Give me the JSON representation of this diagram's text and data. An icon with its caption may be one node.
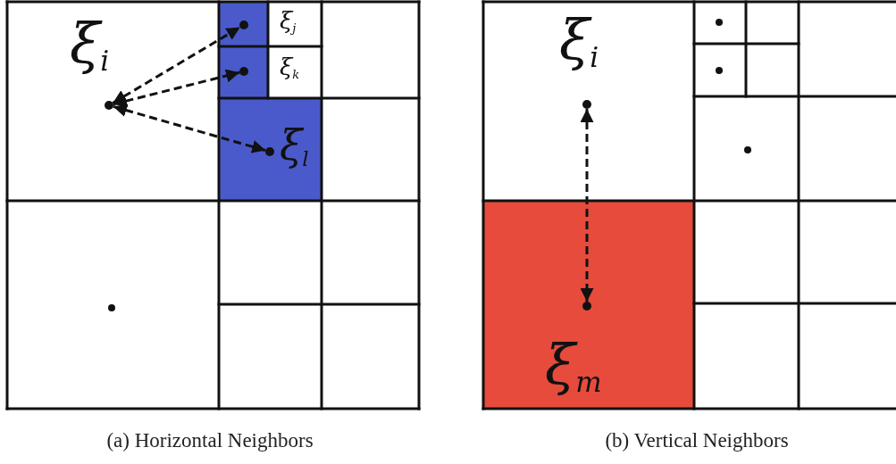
{
  "diagram": {
    "nodes": [
      {
        "text": [],
        "shape": "circle",
        "beside": [
          "ξ$_{i}$"
        ]
      },
      {
        "text": [],
        "shape": "circle",
        "beside": [
          "ξ$_{j}$"
        ]
      },
      {
        "text": [],
        "shape": "circle",
        "beside": [
          "ξ$_{k}$"
        ]
      },
      {
        "text": [],
        "shape": "circle",
        "beside": [
          "ξ$_{l}$"
        ]
      },
      {
        "text": [],
        "shape": "circle",
        "beside": [
          "ξ$_{i}$"
        ]
      },
      {
        "text": [],
        "shape": "circle",
        "beside": [
          "ξ$_{m}$"
        ]
      }
    ],
    "edges": [
      {
        "from": 0,
        "to": 1,
        "arrow": "both",
        "style": "dashed"
      },
      {
        "from": 0,
        "to": 2,
        "arrow": "both",
        "style": "dashed"
      },
      {
        "from": 0,
        "to": 3,
        "arrow": "both",
        "style": "dashed"
      },
      {
        "from": 4,
        "to": 5,
        "arrow": "both",
        "style": "dashed"
      }
    ],
    "labels": [
      "(a) Horizontal Neighbors",
      "(b) Vertical Neighbors"
    ]
  }
}
